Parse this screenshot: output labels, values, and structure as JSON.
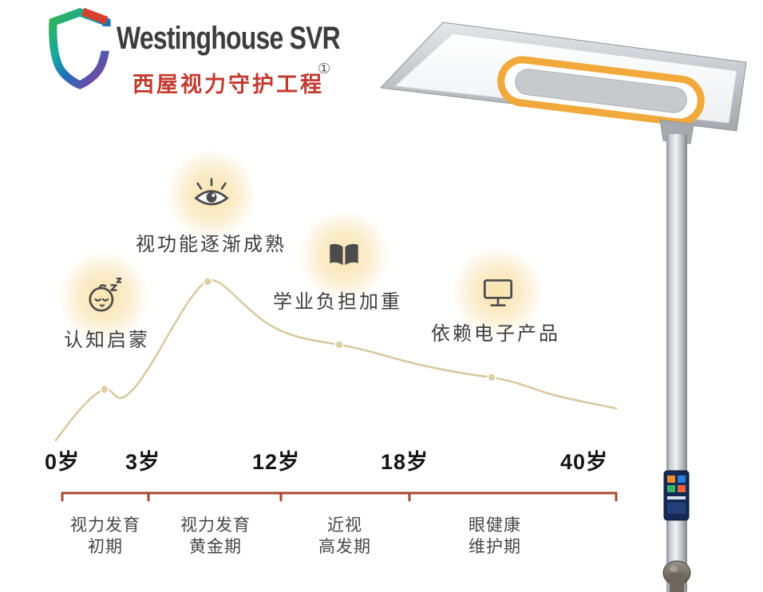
{
  "brand": {
    "title": "Westinghouse SVR",
    "subtitle": "西屋视力守护工程",
    "superscript": "①"
  },
  "colors": {
    "subtitle_red": "#c23b30",
    "axis_brown": "#a34a2e",
    "curve_tan": "#d8c8a0",
    "glow_yellow": "#fae3ae",
    "lamp_ring_orange": "#f2a93b"
  },
  "milestones": [
    {
      "icon": "baby-sleeping-icon",
      "label": "认知启蒙"
    },
    {
      "icon": "eye-icon",
      "label": "视功能逐渐成熟"
    },
    {
      "icon": "open-book-icon",
      "label": "学业负担加重"
    },
    {
      "icon": "monitor-icon",
      "label": "依赖电子产品"
    }
  ],
  "axis": {
    "ages": [
      "0岁",
      "3岁",
      "12岁",
      "18岁",
      "40岁"
    ]
  },
  "stages": [
    {
      "line1": "视力发育",
      "line2": "初期"
    },
    {
      "line1": "视力发育",
      "line2": "黄金期"
    },
    {
      "line1": "近视",
      "line2": "高发期"
    },
    {
      "line1": "眼健康",
      "line2": "维护期"
    }
  ],
  "chart_data": {
    "type": "line",
    "title": "",
    "x_tick_labels": [
      "0岁",
      "3岁",
      "12岁",
      "18岁",
      "40岁"
    ],
    "stage_bands": [
      "视力发育初期",
      "视力发育黄金期",
      "近视高发期",
      "眼健康维护期"
    ],
    "annotations": [
      "认知启蒙",
      "视功能逐渐成熟",
      "学业负担加重",
      "依赖电子产品"
    ],
    "y_axis": "none (decorative development curve)",
    "curve_shape_norm": [
      [
        0.0,
        0.05
      ],
      [
        0.08,
        0.32
      ],
      [
        0.11,
        0.28
      ],
      [
        0.27,
        0.98
      ],
      [
        0.37,
        0.72
      ],
      [
        0.51,
        0.57
      ],
      [
        0.78,
        0.37
      ],
      [
        1.0,
        0.18
      ]
    ],
    "marker_points_norm": [
      [
        0.08,
        0.32
      ],
      [
        0.27,
        0.98
      ],
      [
        0.51,
        0.57
      ],
      [
        0.78,
        0.37
      ]
    ]
  },
  "product": {
    "item": "desk-lamp-render",
    "screen_tile_colors": [
      "#f08f2e",
      "#2e7fd6",
      "#37b46a",
      "#e8633c"
    ]
  }
}
